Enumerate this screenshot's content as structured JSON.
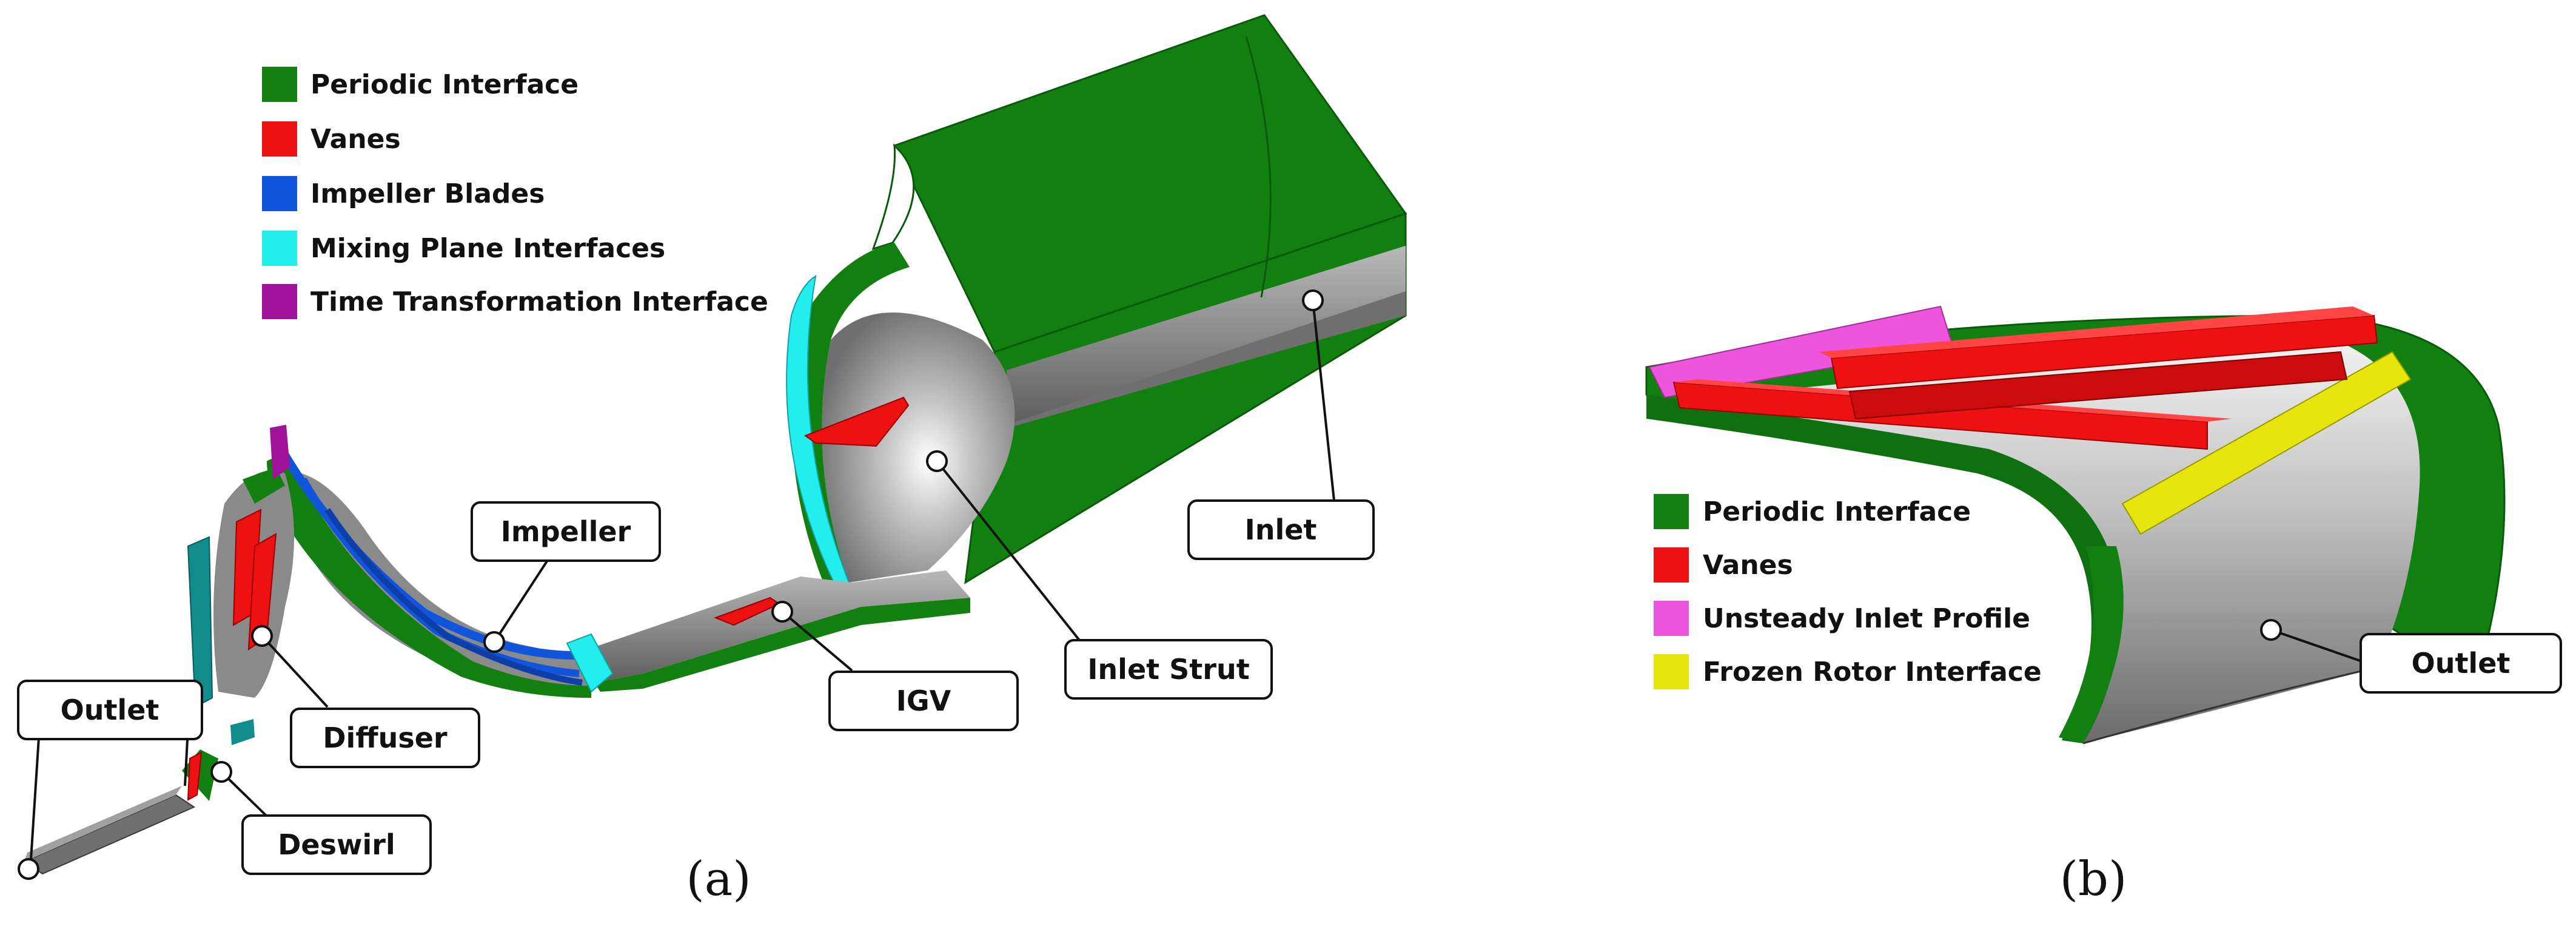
{
  "colors": {
    "periodic_interface": "#118011",
    "vanes": "#ee1111",
    "impeller_blades": "#1155dd",
    "mixing_plane": "#22eeee",
    "time_transformation": "#a0129a",
    "unsteady_inlet": "#ee55dd",
    "frozen_rotor": "#e6e60e",
    "body_grey": "#8a8a8a"
  },
  "panel_a": {
    "label": "(a)",
    "legend": [
      {
        "label": "Periodic Interface",
        "color": "#118011",
        "icon": "square-swatch"
      },
      {
        "label": "Vanes",
        "color": "#ee1111",
        "icon": "square-swatch"
      },
      {
        "label": "Impeller Blades",
        "color": "#1155dd",
        "icon": "square-swatch"
      },
      {
        "label": "Mixing Plane Interfaces",
        "color": "#22eeee",
        "icon": "square-swatch"
      },
      {
        "label": "Time Transformation Interface",
        "color": "#a0129a",
        "icon": "square-swatch"
      }
    ],
    "callouts": {
      "impeller": "Impeller",
      "inlet": "Inlet",
      "outlet": "Outlet",
      "diffuser": "Diffuser",
      "deswirl": "Deswirl",
      "igv": "IGV",
      "inlet_strut": "Inlet Strut"
    }
  },
  "panel_b": {
    "label": "(b)",
    "legend": [
      {
        "label": "Periodic Interface",
        "color": "#118011",
        "icon": "square-swatch"
      },
      {
        "label": "Vanes",
        "color": "#ee1111",
        "icon": "square-swatch"
      },
      {
        "label": "Unsteady Inlet Profile",
        "color": "#ee55dd",
        "icon": "square-swatch"
      },
      {
        "label": "Frozen Rotor Interface",
        "color": "#e6e60e",
        "icon": "square-swatch"
      }
    ],
    "callouts": {
      "outlet": "Outlet"
    }
  }
}
